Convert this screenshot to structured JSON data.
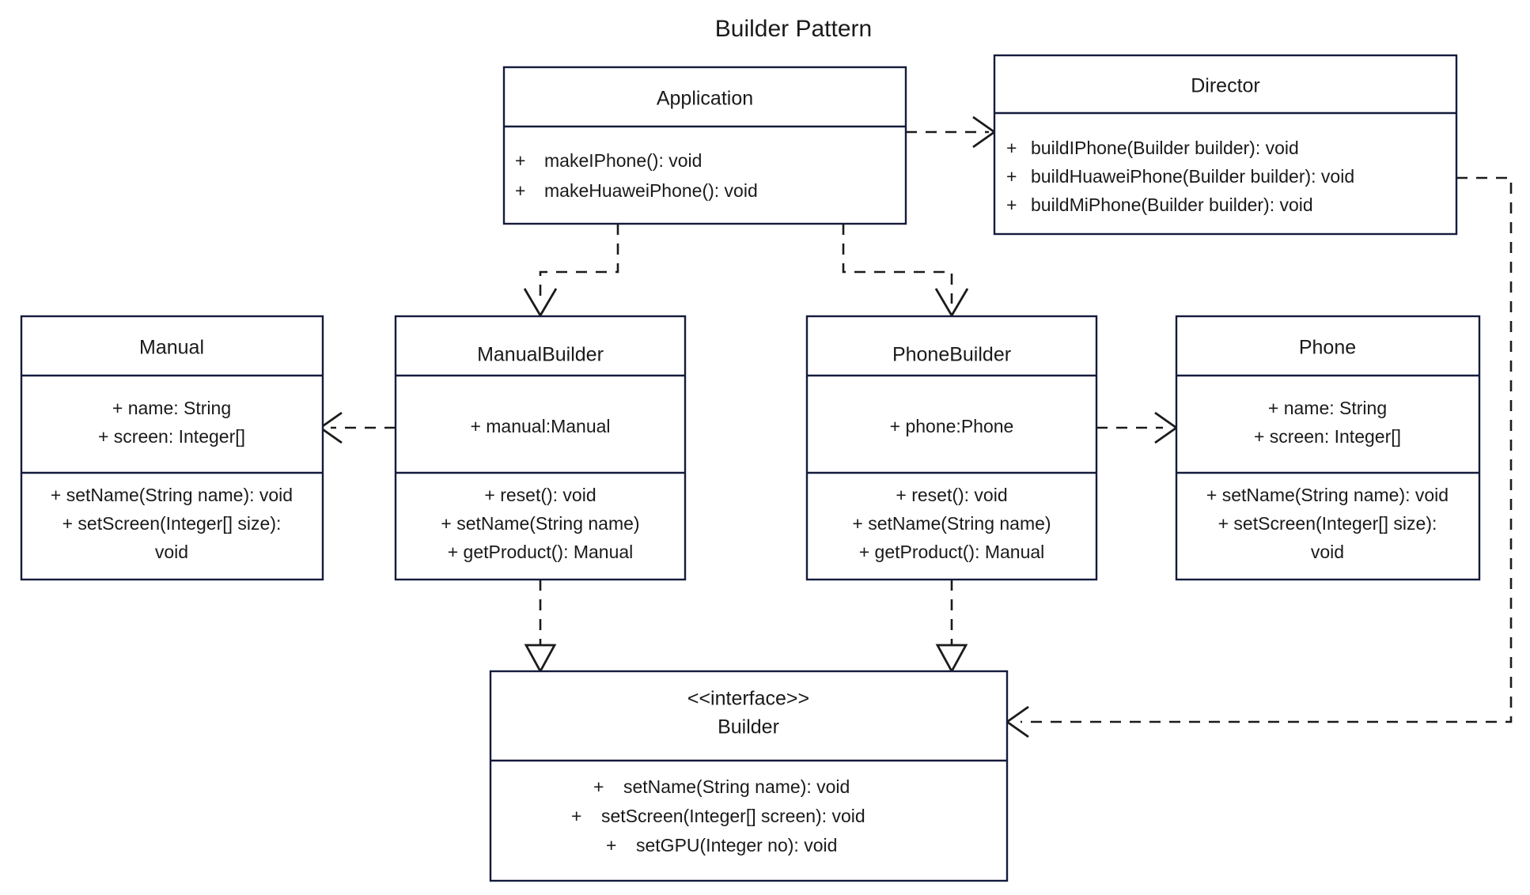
{
  "diagram": {
    "title": "Builder Pattern",
    "type": "uml-class-diagram",
    "colors": {
      "box_border": "#141b3c",
      "link": "#1b1b1b",
      "background": "#ffffff",
      "text": "#1a1a1a"
    }
  },
  "classes": {
    "application": {
      "name": "Application",
      "attributes": [],
      "methods": [
        {
          "visibility": "+",
          "signature": "makeIPhone(): void"
        },
        {
          "visibility": "+",
          "signature": "makeHuaweiPhone(): void"
        }
      ]
    },
    "director": {
      "name": "Director",
      "attributes": [],
      "methods": [
        {
          "visibility": "+",
          "signature": "buildIPhone(Builder builder): void"
        },
        {
          "visibility": "+",
          "signature": "buildHuaweiPhone(Builder builder): void"
        },
        {
          "visibility": "+",
          "signature": "buildMiPhone(Builder builder): void"
        }
      ]
    },
    "manual": {
      "name": "Manual",
      "attributes": [
        "+ name: String",
        "+ screen: Integer[]"
      ],
      "methods": [
        "+ setName(String name): void",
        "+ setScreen(Integer[] size):",
        "void"
      ]
    },
    "manual_builder": {
      "name": "ManualBuilder",
      "attributes": [
        "+ manual:Manual"
      ],
      "methods": [
        "+ reset(): void",
        "+ setName(String name)",
        "+ getProduct(): Manual"
      ]
    },
    "phone_builder": {
      "name": "PhoneBuilder",
      "attributes": [
        "+ phone:Phone"
      ],
      "methods": [
        "+ reset(): void",
        "+ setName(String name)",
        "+ getProduct(): Manual"
      ]
    },
    "phone": {
      "name": "Phone",
      "attributes": [
        "+ name: String",
        "+ screen: Integer[]"
      ],
      "methods": [
        "+ setName(String name): void",
        "+ setScreen(Integer[] size):",
        "void"
      ]
    },
    "builder": {
      "stereotype": "<<interface>>",
      "name": "Builder",
      "attributes": [],
      "methods": [
        {
          "visibility": "+",
          "signature": "setName(String name): void"
        },
        {
          "visibility": "+",
          "signature": "setScreen(Integer[] screen): void"
        },
        {
          "visibility": "+",
          "signature": "setGPU(Integer no): void"
        }
      ]
    }
  },
  "relationships": [
    {
      "from": "Application",
      "to": "Director",
      "type": "dependency",
      "style": "dashed-open-arrow"
    },
    {
      "from": "Application",
      "to": "ManualBuilder",
      "type": "dependency",
      "style": "dashed-open-arrow"
    },
    {
      "from": "Application",
      "to": "PhoneBuilder",
      "type": "dependency",
      "style": "dashed-open-arrow"
    },
    {
      "from": "ManualBuilder",
      "to": "Manual",
      "type": "dependency",
      "style": "dashed-open-arrow"
    },
    {
      "from": "PhoneBuilder",
      "to": "Phone",
      "type": "dependency",
      "style": "dashed-open-arrow"
    },
    {
      "from": "ManualBuilder",
      "to": "Builder",
      "type": "realization",
      "style": "dashed-hollow-triangle"
    },
    {
      "from": "PhoneBuilder",
      "to": "Builder",
      "type": "realization",
      "style": "dashed-hollow-triangle"
    },
    {
      "from": "Director",
      "to": "Builder",
      "type": "dependency",
      "style": "dashed-open-arrow"
    }
  ]
}
